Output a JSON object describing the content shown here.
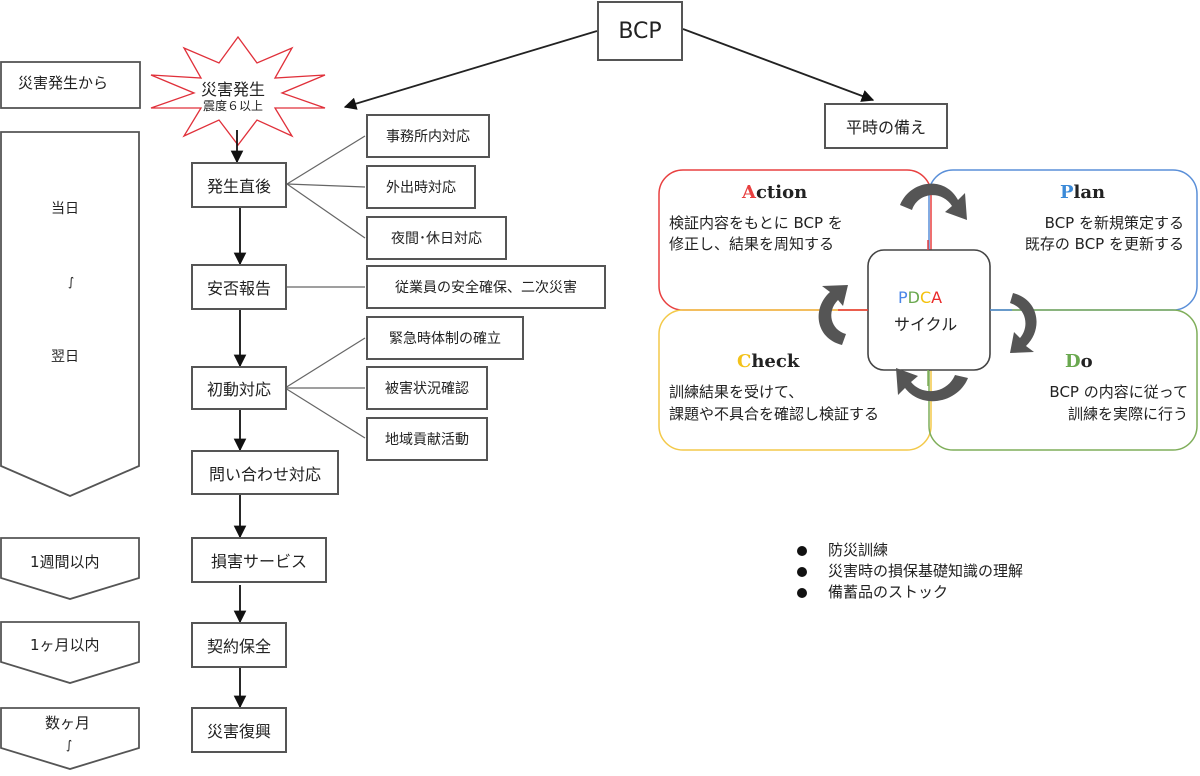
{
  "root": {
    "label": "BCP"
  },
  "disaster": {
    "title": "災害発生",
    "subtitle": "震度６以上",
    "outline_color": "#e0303a"
  },
  "timeline": {
    "header": "災害発生から",
    "phases": [
      {
        "id": "day",
        "lines": [
          "当日",
          "∫",
          "翌日"
        ]
      },
      {
        "id": "week",
        "lines": [
          "1週間以内"
        ]
      },
      {
        "id": "month",
        "lines": [
          "1ヶ月以内"
        ]
      },
      {
        "id": "months",
        "lines": [
          "数ヶ月",
          "∫"
        ]
      }
    ]
  },
  "flow": {
    "steps": [
      {
        "label": "発生直後",
        "branches": [
          "事務所内対応",
          "外出時対応",
          "夜間･休日対応"
        ]
      },
      {
        "label": "安否報告",
        "branches": [
          "従業員の安全確保、二次災害"
        ]
      },
      {
        "label": "初動対応",
        "branches": [
          "緊急時体制の確立",
          "被害状況確認",
          "地域貢献活動"
        ]
      },
      {
        "label": "問い合わせ対応",
        "branches": []
      },
      {
        "label": "損害サービス",
        "branches": []
      },
      {
        "label": "契約保全",
        "branches": []
      },
      {
        "label": "災害復興",
        "branches": []
      }
    ]
  },
  "preparedness": {
    "title": "平時の備え",
    "pdca": {
      "center_letters": [
        {
          "char": "P",
          "color": "#4a86e8"
        },
        {
          "char": "D",
          "color": "#6aa84f"
        },
        {
          "char": "C",
          "color": "#f4c20d"
        },
        {
          "char": "A",
          "color": "#ea2a2a"
        }
      ],
      "center_label": "サイクル",
      "quadrants": {
        "action": {
          "initial": "A",
          "rest": "ction",
          "color": "#e84040",
          "lines": [
            "検証内容をもとに BCP を",
            "修正し、結果を周知する"
          ]
        },
        "plan": {
          "initial": "P",
          "rest": "lan",
          "color": "#3b8ad8",
          "lines": [
            "BCP を新規策定する",
            "既存の BCP を更新する"
          ]
        },
        "check": {
          "initial": "C",
          "rest": "heck",
          "color": "#f3c21a",
          "lines": [
            "訓練結果を受けて、",
            "課題や不具合を確認し検証する"
          ]
        },
        "do": {
          "initial": "D",
          "rest": "o",
          "color": "#6aa84f",
          "lines": [
            "BCP の内容に従って",
            "訓練を実際に行う"
          ]
        }
      }
    },
    "items": [
      "防災訓練",
      "災害時の損保基礎知識の理解",
      "備蓄品のストック"
    ]
  }
}
